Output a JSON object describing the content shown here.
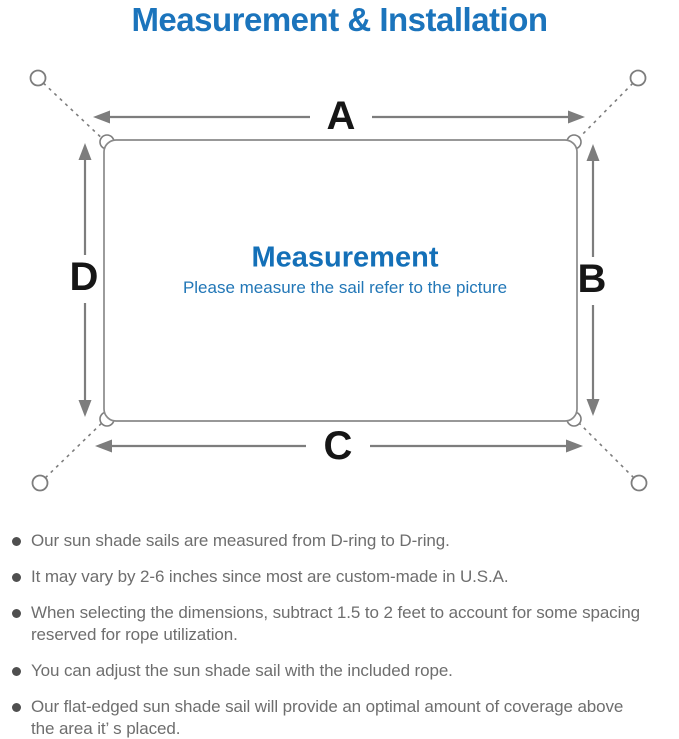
{
  "page": {
    "title": "Measurement & Installation"
  },
  "diagram": {
    "labels": {
      "a": "A",
      "b": "B",
      "c": "C",
      "d": "D"
    },
    "center": {
      "heading": "Measurement",
      "subheading": "Please measure the sail refer to the picture"
    },
    "colors": {
      "title_blue": "#1b74bc",
      "heading_blue": "#1470b8",
      "subheading_blue": "#2277b7",
      "line_gray": "#7d7d7d",
      "outline_gray": "#8a8a8a",
      "dimension_label": "#161616"
    }
  },
  "notes": {
    "colors": {
      "text": "#6e6e6e",
      "bullet": "#4f4f4f"
    },
    "items": [
      "Our sun shade sails are measured from D-ring to D-ring.",
      "It may vary by 2-6 inches since most are custom-made in U.S.A.",
      "When selecting the dimensions, subtract 1.5 to 2 feet to account for some spacing\nreserved for rope utilization.",
      "You can adjust the sun shade sail with the included rope.",
      "Our flat-edged sun shade sail will provide an optimal amount of coverage above\nthe area it’ s placed."
    ]
  }
}
